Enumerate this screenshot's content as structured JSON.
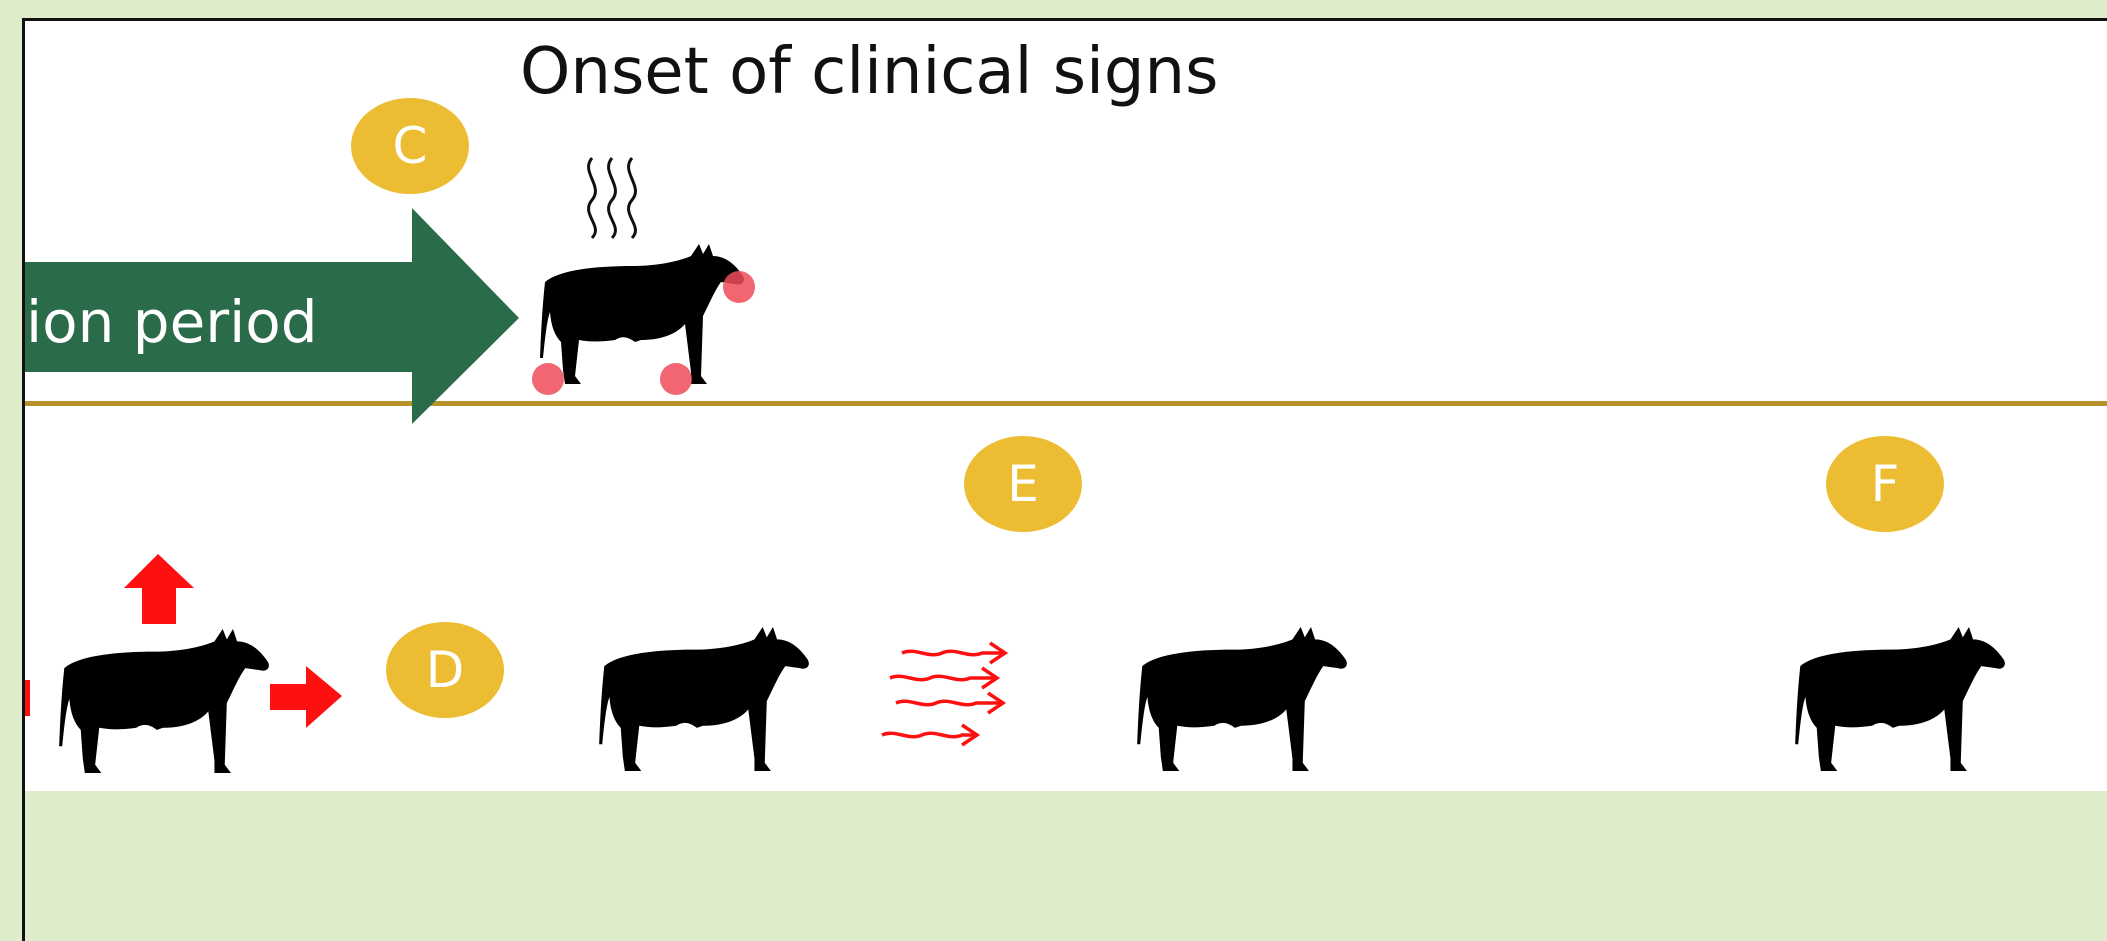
{
  "title": "Onset of clinical signs",
  "arrow_label": "ion period",
  "badges": [
    "C",
    "D",
    "E",
    "F"
  ],
  "colors": {
    "background": "#dfeccb",
    "panel": "#ffffff",
    "arrow": "#2a6b49",
    "badge": "#ecbd33",
    "ground_line": "#b8922a",
    "lesion": "#ef4b57",
    "indicator": "#ff1010",
    "cow": "#000000"
  },
  "icons": [
    "cow-icon",
    "heat-waves-icon",
    "lesion-dot-icon",
    "up-arrow-icon",
    "right-arrow-icon",
    "airborne-spread-icon"
  ]
}
